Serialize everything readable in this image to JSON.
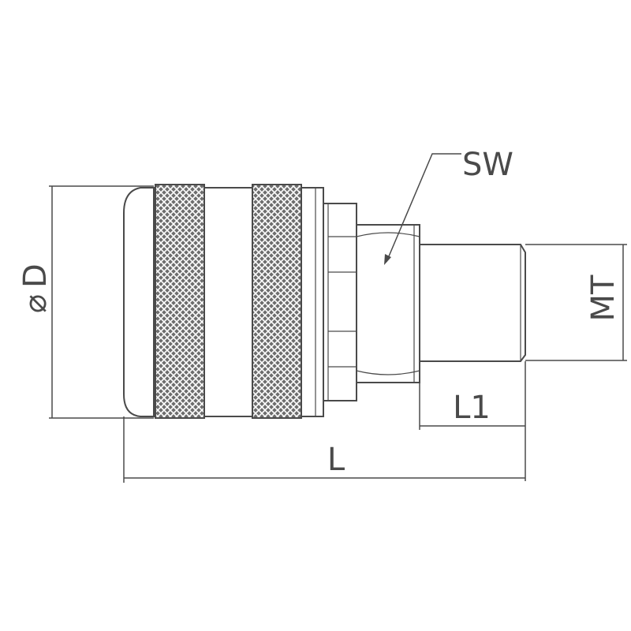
{
  "labels": {
    "diameter": "D",
    "wrench_size": "SW",
    "male_thread": "MT",
    "thread_length": "L1",
    "total_length": "L"
  },
  "colors": {
    "line": "#4a4a4a",
    "knurl_fill": "#6e6e6e",
    "background": "#ffffff"
  }
}
